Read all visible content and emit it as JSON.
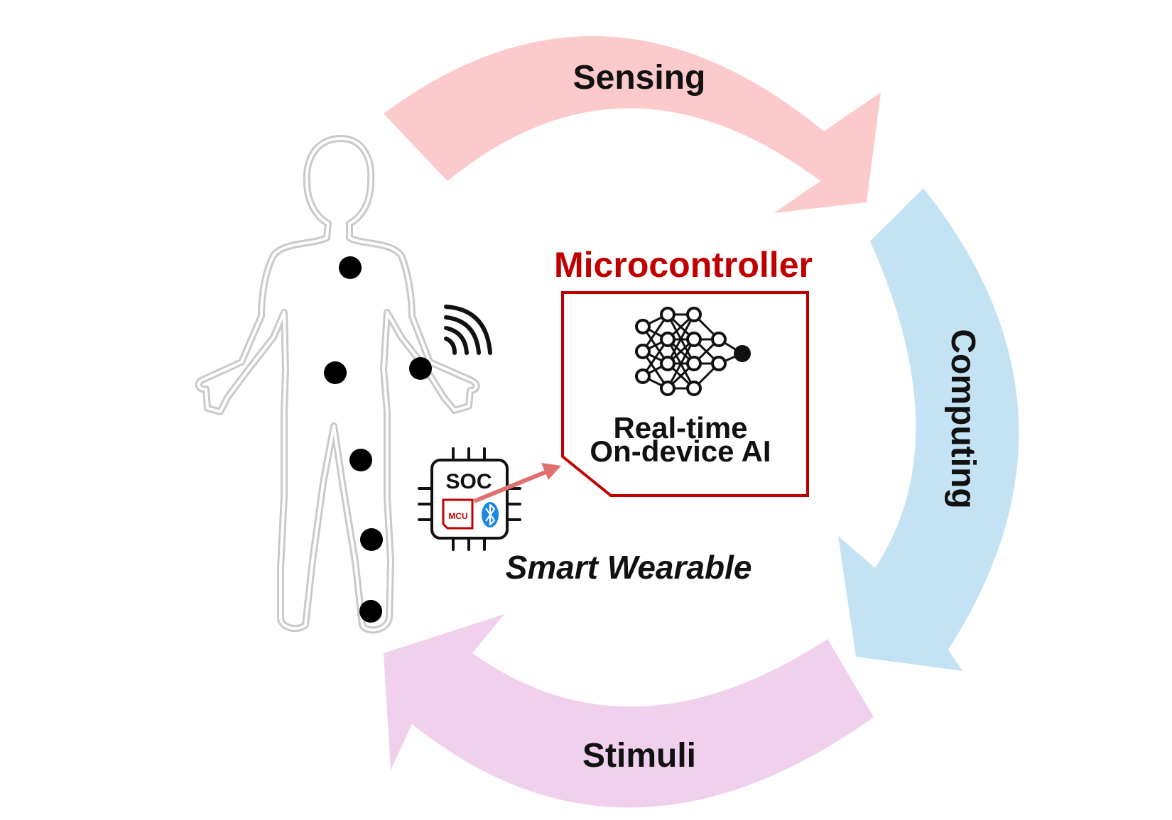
{
  "cycle": {
    "sensing": "Sensing",
    "computing": "Computing",
    "stimuli": "Stimuli"
  },
  "microcontroller": {
    "title": "Microcontroller",
    "line1": "Real-time",
    "line2": "On-device AI"
  },
  "chip": {
    "soc": "SOC",
    "mcu": "MCU"
  },
  "device_label": "Smart Wearable",
  "colors": {
    "sensing_arrow": "#fccaca",
    "computing_arrow": "#c3e3f4",
    "stimuli_arrow": "#f1d0ee",
    "accent_red": "#c00000",
    "bluetooth_blue": "#1e88e5"
  },
  "icons": [
    "human-body-icon",
    "wireless-signal-icon",
    "neural-network-icon",
    "chip-icon",
    "bluetooth-icon"
  ]
}
